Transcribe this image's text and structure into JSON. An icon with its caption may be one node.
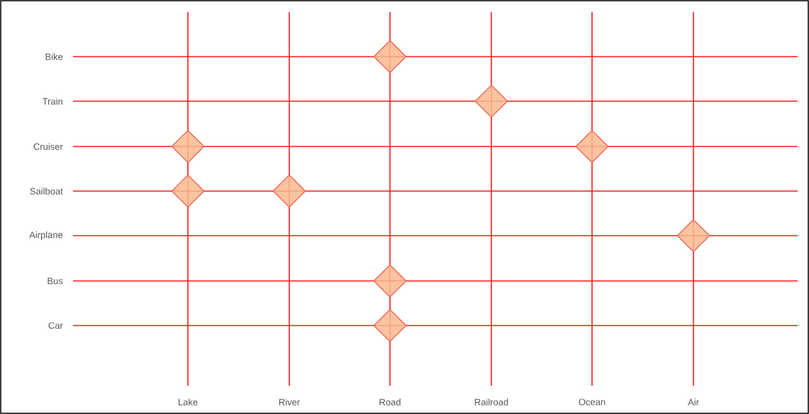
{
  "diagram": {
    "nodes": [
      {
        "text": [],
        "shape": "diamond"
      },
      {
        "text": [],
        "shape": "diamond"
      },
      {
        "text": [],
        "shape": "diamond"
      },
      {
        "text": [],
        "shape": "diamond"
      },
      {
        "text": [],
        "shape": "diamond"
      },
      {
        "text": [],
        "shape": "diamond"
      },
      {
        "text": [],
        "shape": "diamond"
      },
      {
        "text": [],
        "shape": "diamond"
      },
      {
        "text": [],
        "shape": "diamond"
      }
    ],
    "labels": [
      "Bike",
      "Train",
      "Cruiser",
      "Sailboat",
      "Airplane",
      "Bus",
      "Car",
      "Lake",
      "River",
      "Road",
      "Railroad",
      "Ocean",
      "Air"
    ]
  }
}
